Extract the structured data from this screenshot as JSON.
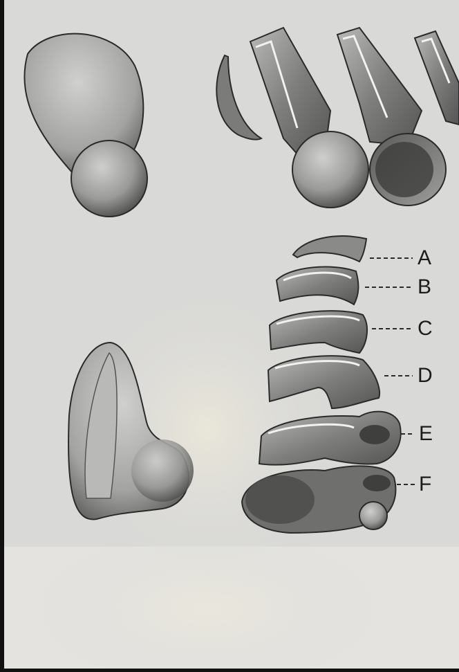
{
  "labels": {
    "a": "A",
    "b": "B",
    "c": "C",
    "d": "D",
    "e": "E",
    "f": "F"
  },
  "colors": {
    "paper": "#d9d9d7",
    "ink": "#2a2a2a",
    "shade_dark": "#4a4a4a",
    "shade_mid": "#8c8c8a",
    "background": "#111111"
  }
}
